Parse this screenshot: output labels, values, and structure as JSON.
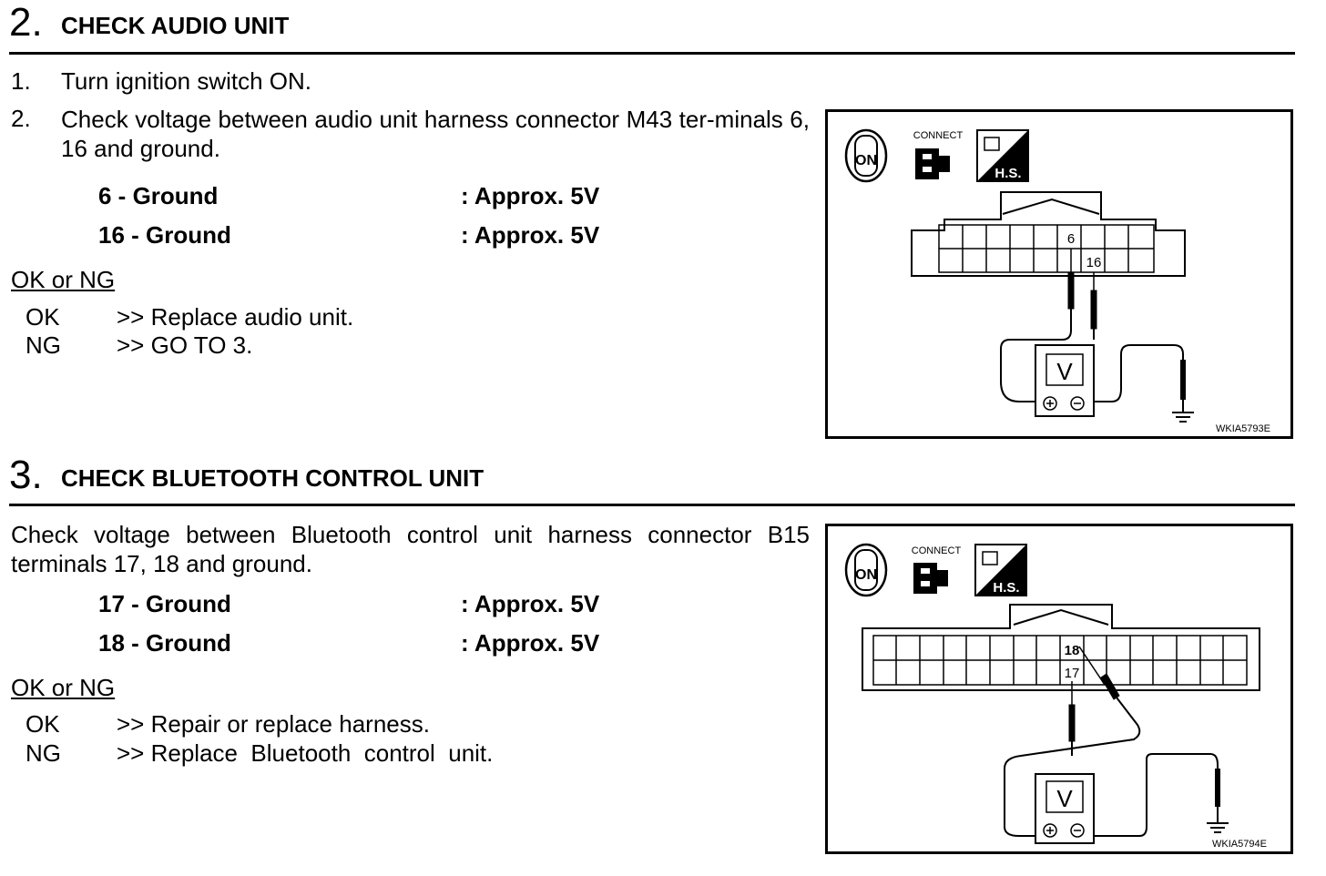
{
  "step2": {
    "number": "2.",
    "title": "CHECK AUDIO UNIT",
    "items": [
      {
        "num": "1.",
        "text": "Turn ignition switch ON."
      },
      {
        "num": "2.",
        "text": "Check voltage between audio unit harness connector M43 ter-minals 6, 16 and ground."
      }
    ],
    "specs": [
      {
        "label": "6 - Ground",
        "value": ": Approx. 5V"
      },
      {
        "label": "16 - Ground",
        "value": ": Approx. 5V"
      }
    ],
    "oknq_title": "OK or NG",
    "results": [
      {
        "key": "OK",
        "text": ">> Replace audio unit."
      },
      {
        "key": "NG",
        "text": ">> GO TO 3."
      }
    ],
    "figure": {
      "ign_label": "ON",
      "connect_label": "CONNECT",
      "hs_label": "H.S.",
      "pin_a": "6",
      "pin_b": "16",
      "meter_label": "V",
      "code": "WKIA5793E"
    }
  },
  "step3": {
    "number": "3.",
    "title": "CHECK BLUETOOTH CONTROL UNIT",
    "paragraph": "Check voltage between Bluetooth control unit harness connector B15 terminals 17, 18 and ground.",
    "specs": [
      {
        "label": "17 - Ground",
        "value": ": Approx. 5V"
      },
      {
        "label": "18 - Ground",
        "value": ": Approx. 5V"
      }
    ],
    "oknq_title": "OK or NG",
    "results": [
      {
        "key": "OK",
        "text": ">> Repair or replace harness."
      },
      {
        "key": "NG",
        "text": ">> Replace  Bluetooth  control  unit."
      }
    ],
    "figure": {
      "ign_label": "ON",
      "connect_label": "CONNECT",
      "hs_label": "H.S.",
      "pin_a": "18",
      "pin_b": "17",
      "meter_label": "V",
      "code": "WKIA5794E"
    }
  }
}
